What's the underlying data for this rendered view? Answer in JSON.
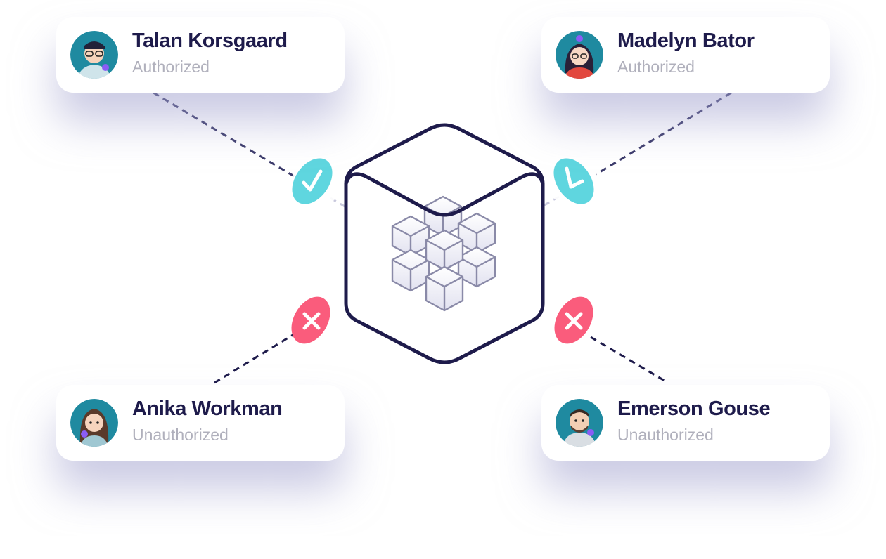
{
  "users": [
    {
      "name": "Talan Korsgaard",
      "status": "Authorized",
      "avatar": "avatar-talan"
    },
    {
      "name": "Madelyn Bator",
      "status": "Authorized",
      "avatar": "avatar-madelyn"
    },
    {
      "name": "Anika Workman",
      "status": "Unauthorized",
      "avatar": "avatar-anika"
    },
    {
      "name": "Emerson Gouse",
      "status": "Unauthorized",
      "avatar": "avatar-emerson"
    }
  ],
  "colors": {
    "authorized": "#5fd6df",
    "unauthorized": "#fa5c7c",
    "outline": "#1e1b4b",
    "name": "#1e1b4b",
    "status": "#b0b0bc"
  },
  "icons": {
    "authorized": "check-icon",
    "unauthorized": "x-icon",
    "center": "cube-icon"
  }
}
